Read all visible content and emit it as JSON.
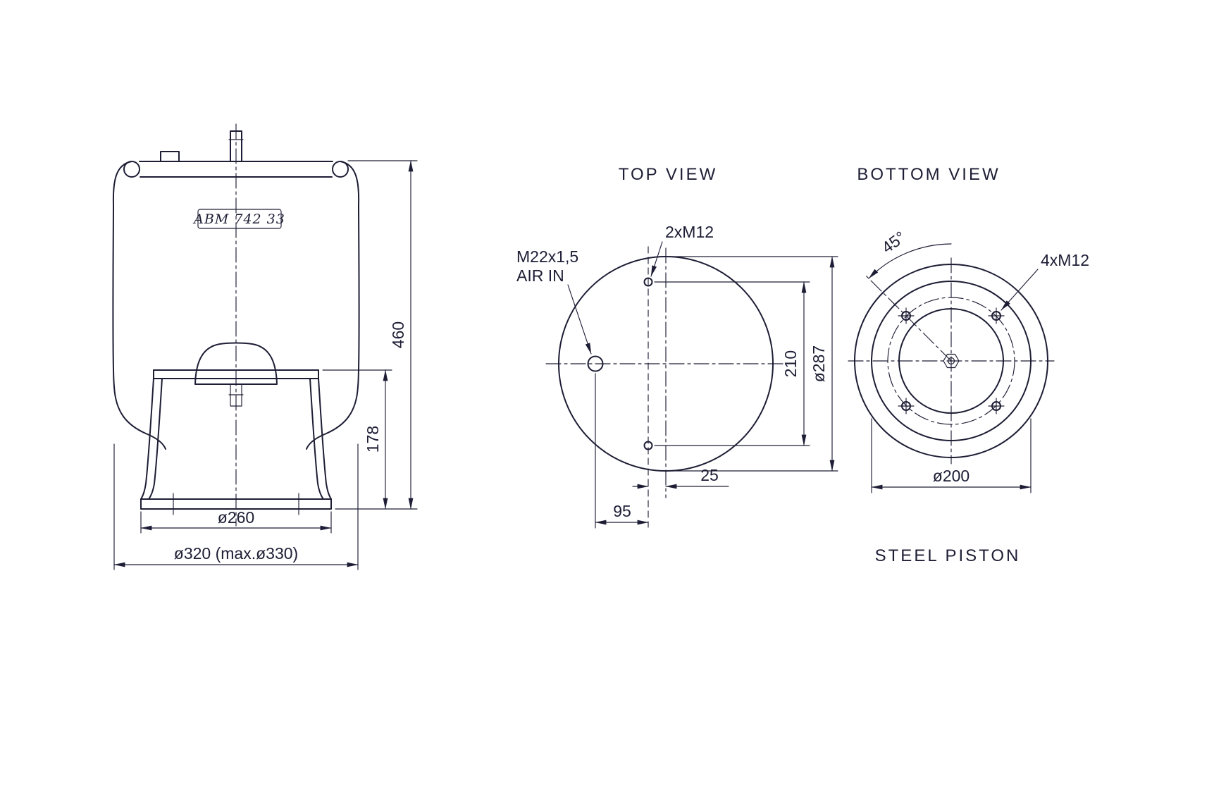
{
  "drawing": {
    "side_view": {
      "part_label": "ABM 742 33",
      "dim_total_height": "460",
      "dim_piston_height": "178",
      "dim_bottom_dia": "ø260",
      "dim_max_dia": "ø320 (max.ø330)"
    },
    "top_view": {
      "title": "TOP VIEW",
      "label_studs": "2xM12",
      "label_air_port_line1": "M22x1,5",
      "label_air_port_line2": "AIR IN",
      "dim_stud_spacing": "210",
      "dim_plate_dia": "ø287",
      "dim_stud_offset": "25",
      "dim_air_offset": "95"
    },
    "bottom_view": {
      "title": "BOTTOM VIEW",
      "dim_angle": "45°",
      "label_bolts": "4xM12",
      "dim_bolt_circle_dia": "ø200",
      "caption": "STEEL PISTON"
    }
  },
  "colors": {
    "line": "#1d1d35",
    "background": "#ffffff"
  }
}
